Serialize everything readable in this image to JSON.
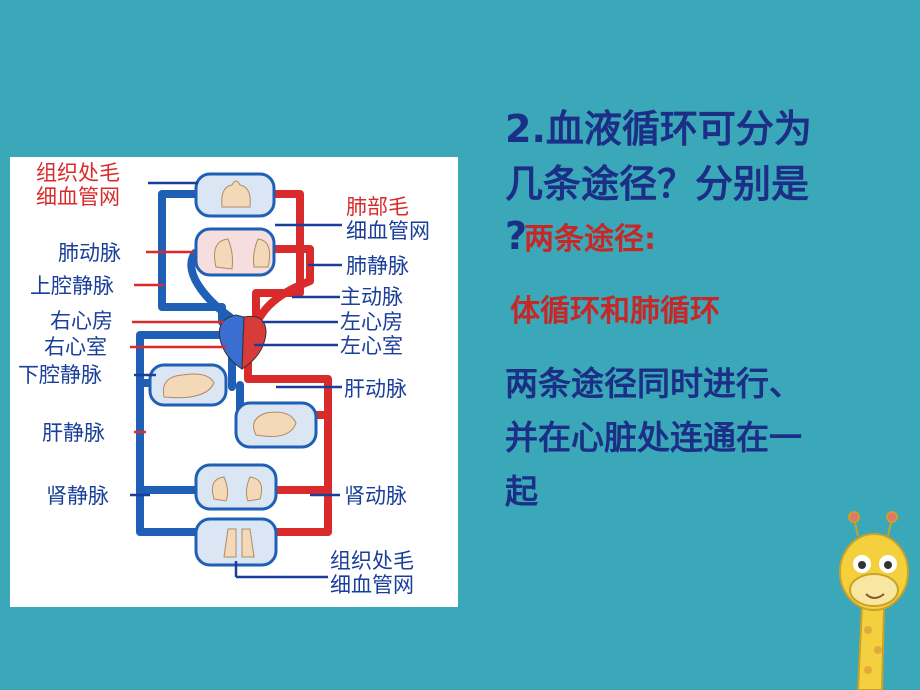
{
  "theme": {
    "background": "#3aa8b8",
    "artery_red": "#d92b2b",
    "vein_blue": "#1a3f9a"
  },
  "diagram": {
    "labels": {
      "tissue_cap_top_1": "组织处毛",
      "tissue_cap_top_2": "细血管网",
      "lung_cap_1": "肺部毛",
      "lung_cap_2": "细血管网",
      "pulmonary_artery": "肺动脉",
      "pulmonary_vein": "肺静脉",
      "superior_vena_cava": "上腔静脉",
      "aorta": "主动脉",
      "right_atrium": "右心房",
      "left_atrium": "左心房",
      "right_ventricle": "右心室",
      "left_ventricle": "左心室",
      "inferior_vena_cava": "下腔静脉",
      "hepatic_artery": "肝动脉",
      "hepatic_vein": "肝静脉",
      "renal_vein": "肾静脉",
      "renal_artery": "肾动脉",
      "tissue_cap_bottom_1": "组织处毛",
      "tissue_cap_bottom_2": "细血管网"
    }
  },
  "question": {
    "line1": "2.血液循环可分为",
    "line2": "几条途径？分别是",
    "line3": "?"
  },
  "answer": {
    "part1": "两条途径:",
    "part2": "体循环和肺循环",
    "part3_line1": "两条途径同时进行、",
    "part3_line2": "并在心脏处连通在一",
    "part3_line3": "起"
  }
}
